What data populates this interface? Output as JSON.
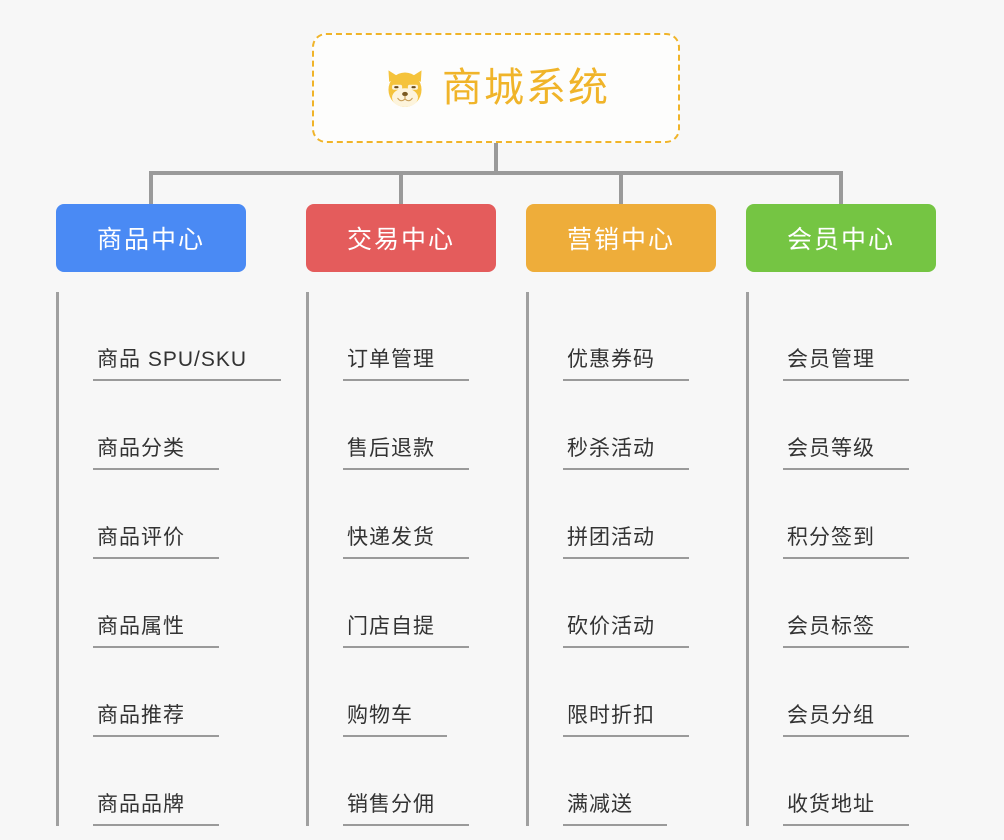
{
  "root": {
    "title": "商城系统",
    "icon": "shiba-dog-icon",
    "accent_color": "#f0b429",
    "border_style": "dashed"
  },
  "columns": [
    {
      "id": "product-center",
      "title": "商品中心",
      "color": "#4a8af4",
      "items": [
        "商品 SPU/SKU",
        "商品分类",
        "商品评价",
        "商品属性",
        "商品推荐",
        "商品品牌"
      ]
    },
    {
      "id": "trade-center",
      "title": "交易中心",
      "color": "#e45c5c",
      "items": [
        "订单管理",
        "售后退款",
        "快递发货",
        "门店自提",
        "购物车",
        "销售分佣"
      ]
    },
    {
      "id": "marketing-center",
      "title": "营销中心",
      "color": "#eead3a",
      "items": [
        "优惠券码",
        "秒杀活动",
        "拼团活动",
        "砍价活动",
        "限时折扣",
        "满减送"
      ]
    },
    {
      "id": "member-center",
      "title": "会员中心",
      "color": "#75c543",
      "items": [
        "会员管理",
        "会员等级",
        "积分签到",
        "会员标签",
        "会员分组",
        "收货地址"
      ]
    }
  ],
  "connector_color": "#9a9a9a",
  "background_color": "#f7f7f7"
}
